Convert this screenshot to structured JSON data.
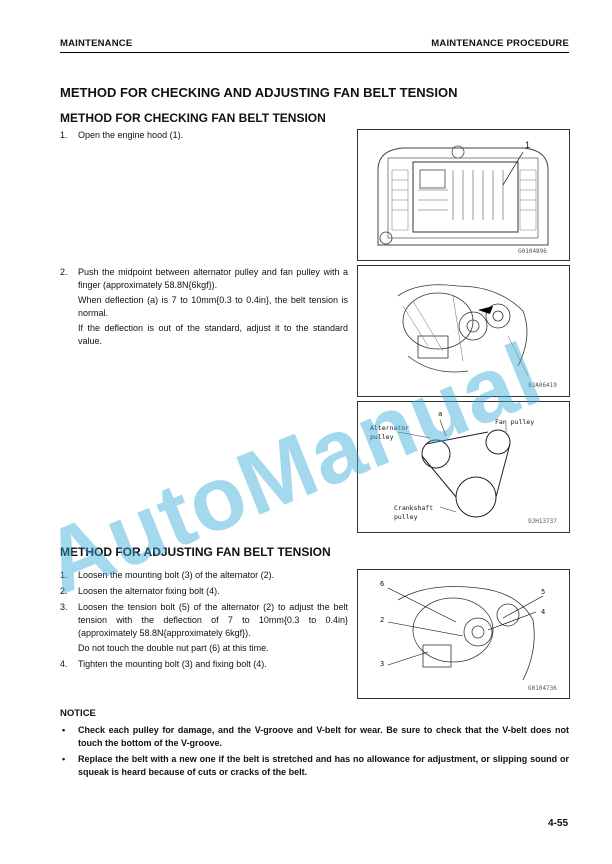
{
  "header": {
    "left": "MAINTENANCE",
    "right": "MAINTENANCE PROCEDURE"
  },
  "title_main": "METHOD FOR CHECKING AND ADJUSTING FAN BELT TENSION",
  "checking": {
    "title": "METHOD FOR CHECKING FAN BELT TENSION",
    "steps": [
      {
        "num": "1.",
        "text": "Open the engine hood (1)."
      },
      {
        "num": "2.",
        "text": "Push the midpoint between alternator pulley and fan pulley with a finger (approximately 58.8N{6kgf})."
      },
      {
        "num": "",
        "text": "When deflection (a) is 7 to 10mm{0.3 to 0.4in}, the belt tension is normal."
      },
      {
        "num": "",
        "text": "If the deflection is out of the standard, adjust it to the standard value."
      }
    ]
  },
  "adjusting": {
    "title": "METHOD FOR ADJUSTING FAN BELT TENSION",
    "steps": [
      {
        "num": "1.",
        "text": "Loosen the mounting bolt (3) of the alternator (2)."
      },
      {
        "num": "2.",
        "text": "Loosen the alternator fixing bolt (4)."
      },
      {
        "num": "3.",
        "text": "Loosen the tension bolt (5) of the alternator (2) to adjust the belt tension with the deflection of 7 to 10mm{0.3 to 0.4in} (approximately 58.8N{approximately 6kgf})."
      },
      {
        "num": "",
        "text": "Do not touch the double nut part (6) at this time."
      },
      {
        "num": "4.",
        "text": "Tighten the mounting bolt (3) and fixing bolt (4)."
      }
    ]
  },
  "figures": {
    "hood": {
      "code": "G0104896",
      "callout": "1"
    },
    "engine": {
      "code": "9JA06419"
    },
    "belt": {
      "code": "9JH13737",
      "label_a": "a",
      "alternator": "Alternator\npulley",
      "fan": "Fan pulley",
      "crankshaft": "Crankshaft\npulley"
    },
    "adjust": {
      "code": "G0104736",
      "callouts": [
        "6",
        "5",
        "4",
        "2",
        "3"
      ]
    }
  },
  "notice": {
    "heading": "NOTICE",
    "bullets": [
      "Check each pulley for damage, and the V-groove and V-belt for wear. Be sure to check that the V-belt does not touch the bottom of the V-groove.",
      "Replace the belt with a new one if the belt is stretched and has no allowance for adjustment, or slipping sound or squeak is heard because of cuts or cracks of the belt."
    ]
  },
  "page_number": "4-55",
  "watermark": "AutoManual",
  "colors": {
    "watermark": "#34a9d8",
    "rule": "#000000"
  }
}
